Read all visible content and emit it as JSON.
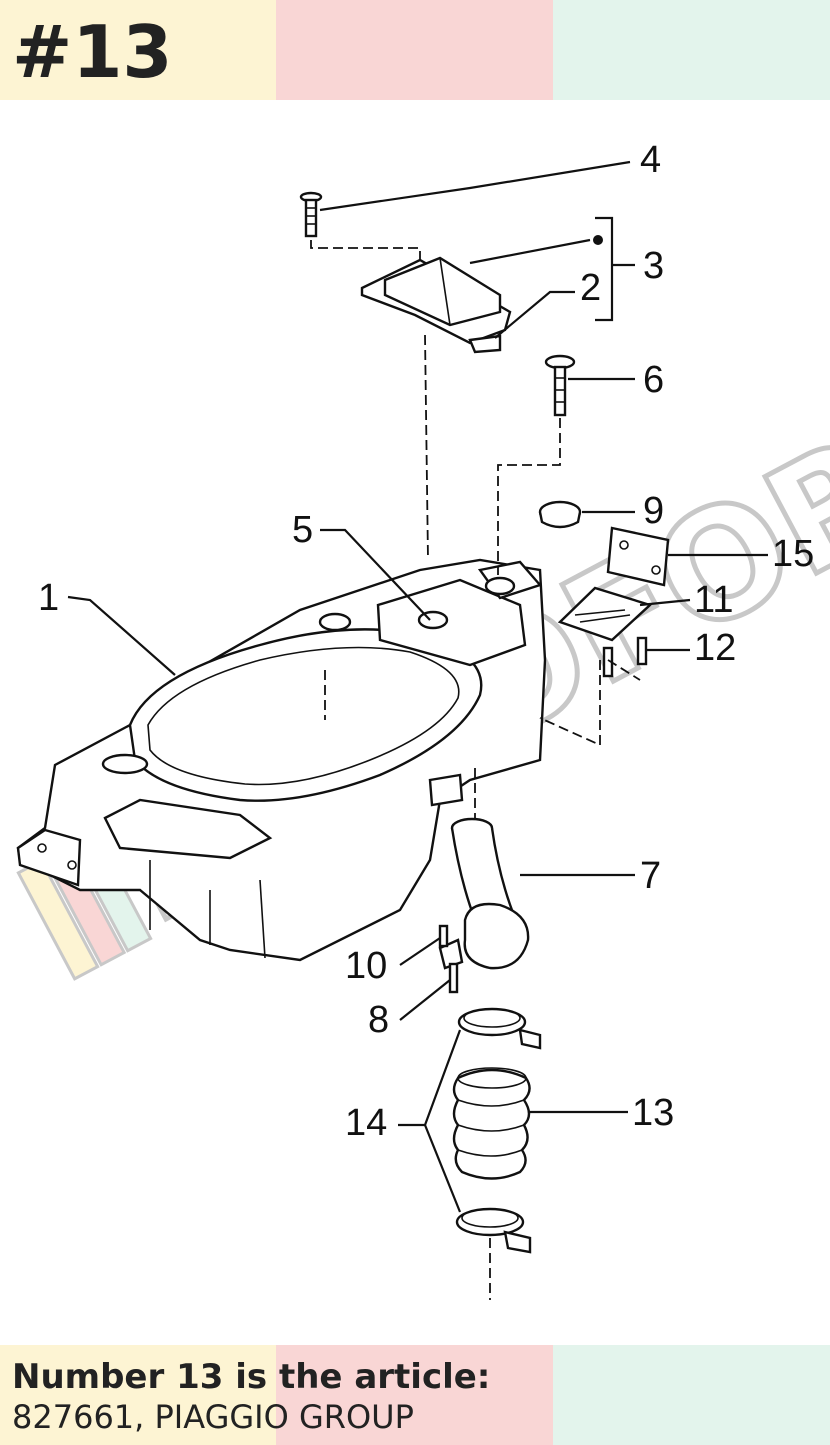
{
  "header": {
    "title": "#13"
  },
  "watermark": {
    "text": "MOTOFORZA"
  },
  "diagram": {
    "callouts": [
      "1",
      "2",
      "3",
      "4",
      "5",
      "6",
      "7",
      "8",
      "9",
      "10",
      "11",
      "12",
      "13",
      "14",
      "15"
    ]
  },
  "footer": {
    "line1": "Number 13 is the article:",
    "line2": "827661, PIAGGIO GROUP"
  },
  "colors": {
    "band_yellow": "#fdf4d3",
    "band_pink": "#f9d6d5",
    "band_green": "#e3f4ec",
    "text": "#222222"
  }
}
